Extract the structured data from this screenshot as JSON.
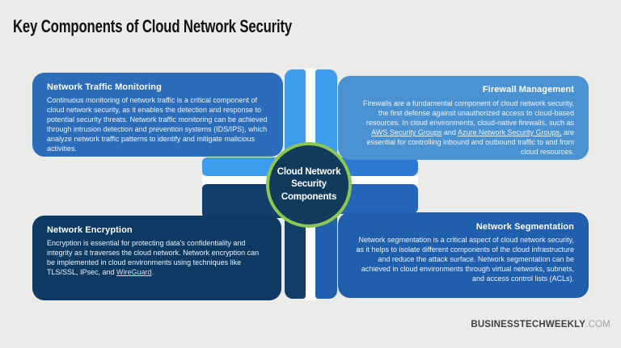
{
  "page": {
    "title": "Key Components of Cloud Network Security"
  },
  "center": {
    "label": "Cloud Network Security Components"
  },
  "quadrants": [
    {
      "id": "network-traffic-monitoring",
      "title": "Network Traffic Monitoring",
      "align": "left",
      "body": [
        {
          "text": "Continuous monitoring of network traffic is a critical component of cloud network security, as it enables the detection and response to potential security threats. Network traffic monitoring can be achieved through intrusion detection and prevention systems (IDS/IPS), which analyze network traffic patterns to identify and mitigate malicious activities.",
          "link": false
        }
      ]
    },
    {
      "id": "firewall-management",
      "title": "Firewall Management",
      "align": "right",
      "body": [
        {
          "text": "Firewalls are a fundamental component of cloud network security, the first defense against unauthorized access to cloud-based resources. In cloud environments, cloud-native firewalls, such as ",
          "link": false
        },
        {
          "text": "AWS Security Groups",
          "link": true
        },
        {
          "text": " and ",
          "link": false
        },
        {
          "text": "Azure Network Security Groups,",
          "link": true
        },
        {
          "text": " are essential for controlling inbound and outbound traffic to and from cloud resources.",
          "link": false
        }
      ]
    },
    {
      "id": "network-encryption",
      "title": "Network Encryption",
      "align": "left",
      "body": [
        {
          "text": "Encryption is essential for protecting data's confidentiality and integrity as it traverses the cloud network. Network encryption can be implemented in cloud environments using techniques like TLS/SSL, IPsec, and ",
          "link": false
        },
        {
          "text": "WireGuard",
          "link": true,
          "color": "#eed3e2"
        },
        {
          "text": ".",
          "link": false
        }
      ]
    },
    {
      "id": "network-segmentation",
      "title": "Network Segmentation",
      "align": "right",
      "body": [
        {
          "text": "Network segmentation is a critical aspect of cloud network security, as it helps to isolate different components of the cloud infrastructure and reduce the attack surface. Network segmentation can be achieved in cloud environments through virtual networks, subnets, and access control lists (ACLs).",
          "link": false
        }
      ]
    }
  ],
  "footer": {
    "brand_bold": "BUSINESSTECHWEEKLY",
    "brand_light": ".COM"
  },
  "colors": {
    "page_bg": "#ebebe9",
    "title_color": "#111111",
    "card_tl": "#2c6dbb",
    "card_tr": "#4b92d2",
    "card_bl": "#0d3a63",
    "card_br": "#1f5fad",
    "accent_bright": "#3e9cec",
    "arm_right_top": "#2d78d0",
    "arm_right_bottom": "#2465b8",
    "arm_navy": "#123f6a",
    "strip_bottom_right": "#2160af",
    "cross_white": "#ffffff",
    "circle_fill": "#123a5c",
    "circle_ring": "#8cc750",
    "footer_bold": "#3f3f41",
    "footer_light": "#a3a3a5"
  }
}
